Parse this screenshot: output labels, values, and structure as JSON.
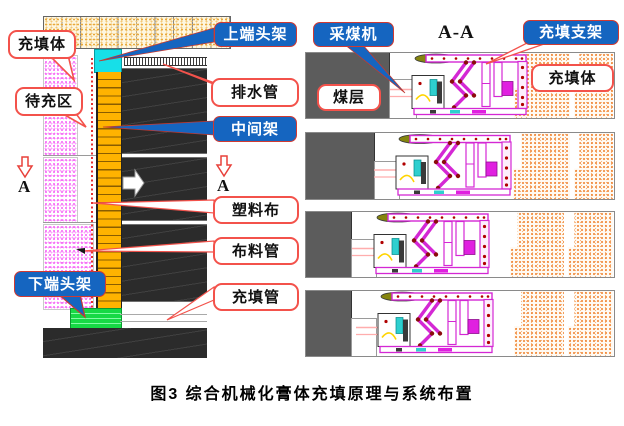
{
  "figure": {
    "caption": "图3 综合机械化膏体充填原理与系统布置"
  },
  "left_diagram": {
    "section_marks": {
      "left": "A",
      "right": "A"
    },
    "callouts": [
      {
        "id": "filling-body",
        "label": "充填体",
        "style": "white"
      },
      {
        "id": "zone-to-fill",
        "label": "待充区",
        "style": "white"
      },
      {
        "id": "upper-end-support",
        "label": "上端头架",
        "style": "blue"
      },
      {
        "id": "drain-pipe",
        "label": "排水管",
        "style": "white"
      },
      {
        "id": "middle-support",
        "label": "中间架",
        "style": "blue"
      },
      {
        "id": "plastic-sheet",
        "label": "塑料布",
        "style": "white"
      },
      {
        "id": "distribution-pipe",
        "label": "布料管",
        "style": "white"
      },
      {
        "id": "lower-end-support",
        "label": "下端头架",
        "style": "blue"
      },
      {
        "id": "filling-pipe",
        "label": "充填管",
        "style": "white"
      }
    ]
  },
  "right_diagram": {
    "section_label": "A-A",
    "panel_count": 4,
    "callouts": [
      {
        "id": "coal-shearer",
        "label": "采煤机",
        "style": "blue"
      },
      {
        "id": "filling-support",
        "label": "充填支架",
        "style": "blue"
      },
      {
        "id": "coal-seam",
        "label": "煤层",
        "style": "white"
      },
      {
        "id": "filling-body",
        "label": "充填体",
        "style": "white"
      }
    ]
  },
  "colors": {
    "callout_blue": "#1565c0",
    "callout_red_border": "#f3524b",
    "support_orange": "#ffb300",
    "upper_support_cyan": "#17dfe8",
    "lower_support_green": "#17d945",
    "goaf_black": "#2b2b2b",
    "coal_gray": "#5c5c5c",
    "fill_speckle_pink": "#f55ef5",
    "fill_speckle_orange": "#ef7f2a",
    "machine_magenta": "#d428d4"
  }
}
